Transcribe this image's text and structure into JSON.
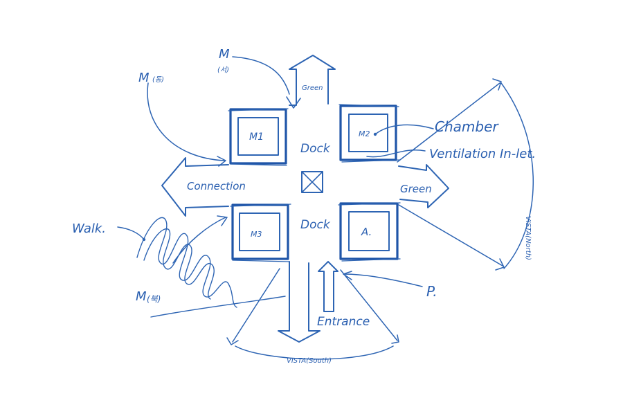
{
  "ink_color": "#2d64b3",
  "labels": {
    "m1": "M1",
    "m2": "M2",
    "m3": "M3",
    "a": "A.",
    "dock_top": "Dock",
    "dock_bottom": "Dock",
    "connection": "Connection",
    "green_top": "Green",
    "green_right": "Green",
    "chamber": "Chamber",
    "ventilation": "Ventilation In-let.",
    "walk": "Walk.",
    "m_b": "M",
    "m_b_sub": "(북)",
    "m_top": "M",
    "m_top_sub": "(서)",
    "m_left": "M",
    "m_left_sub": "(동)",
    "p": "P.",
    "entrance": "Entrance",
    "vista_south": "VISTA(South)",
    "vista_north": "VISTA(North)"
  }
}
